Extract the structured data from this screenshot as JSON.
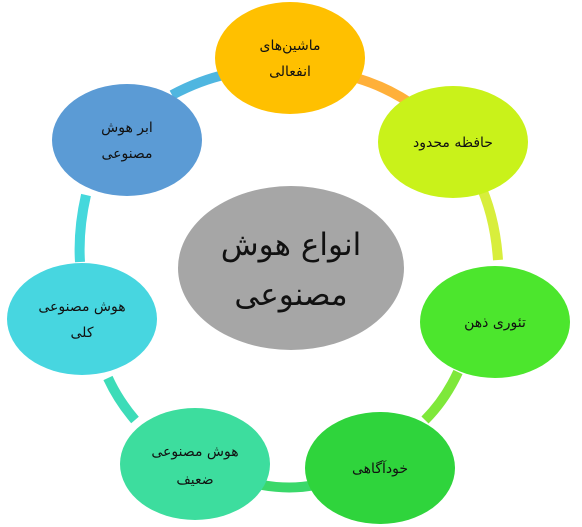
{
  "center": {
    "label_line1": "انواع هوش",
    "label_line2": "مصنوعی",
    "color": "#a6a6a6"
  },
  "nodes": [
    {
      "id": "passive-machines",
      "line1": "ماشین‌های",
      "line2": "انفعالی",
      "color": "#ffc000",
      "ring_color": "#ffb03a"
    },
    {
      "id": "limited-memory",
      "line1": "حافظه محدود",
      "line2": "",
      "color": "#c9f21a",
      "ring_color": "#d8ee3c"
    },
    {
      "id": "theory-of-mind",
      "line1": "تئوری ذهن",
      "line2": "",
      "color": "#4ce62d",
      "ring_color": "#7ee83a"
    },
    {
      "id": "self-awareness",
      "line1": "خودآگاهی",
      "line2": "",
      "color": "#2fd43c",
      "ring_color": "#3ad86a"
    },
    {
      "id": "weak-ai",
      "line1": "هوش مصنوعی",
      "line2": "ضعیف",
      "color": "#3ddd9e",
      "ring_color": "#3ddcb8"
    },
    {
      "id": "general-ai",
      "line1": "هوش مصنوعی",
      "line2": "کلی",
      "color": "#47d6e0",
      "ring_color": "#45d8dc"
    },
    {
      "id": "super-ai",
      "line1": "ابر هوش",
      "line2": "مصنوعی",
      "color": "#5b9bd5",
      "ring_color": "#4fb6e0"
    }
  ]
}
